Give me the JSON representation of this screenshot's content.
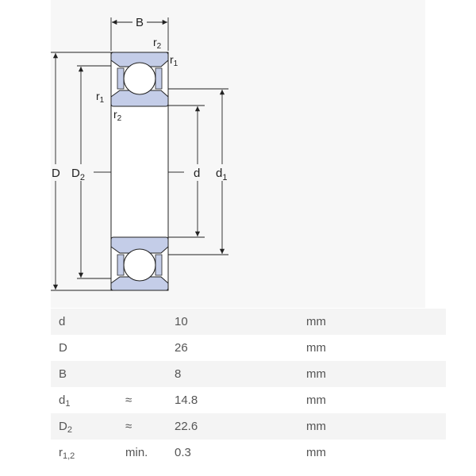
{
  "drawing": {
    "width_label": "B",
    "outer_diameter_label": "D",
    "outer_ring_shoulder_label": "D",
    "outer_ring_shoulder_sub": "2",
    "bore_label": "d",
    "inner_ring_shoulder_label": "d",
    "inner_ring_shoulder_sub": "1",
    "chamfer_r_label": "r",
    "sub_1": "1",
    "sub_2": "2"
  },
  "colors": {
    "ring_fill": "#c4cde8",
    "line": "#222222",
    "panel": "#f7f7f7",
    "row_stripe": "#f4f4f4",
    "text": "#555555"
  },
  "dimensions": [
    {
      "symbol": "d",
      "sub": "",
      "qualifier": "",
      "value": "10",
      "unit": "mm"
    },
    {
      "symbol": "D",
      "sub": "",
      "qualifier": "",
      "value": "26",
      "unit": "mm"
    },
    {
      "symbol": "B",
      "sub": "",
      "qualifier": "",
      "value": "8",
      "unit": "mm"
    },
    {
      "symbol": "d",
      "sub": "1",
      "qualifier": "≈",
      "value": "14.8",
      "unit": "mm"
    },
    {
      "symbol": "D",
      "sub": "2",
      "qualifier": "≈",
      "value": "22.6",
      "unit": "mm"
    },
    {
      "symbol": "r",
      "sub": "1,2",
      "qualifier": "min.",
      "value": "0.3",
      "unit": "mm"
    }
  ]
}
